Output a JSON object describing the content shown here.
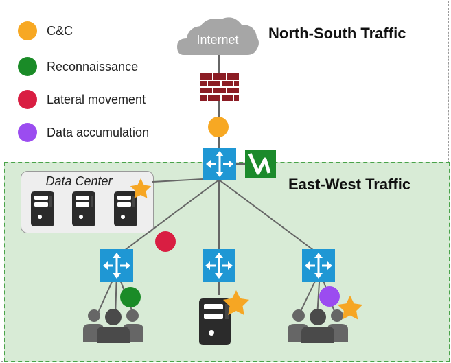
{
  "legend": [
    {
      "label": "C&C",
      "color": "#f7a823"
    },
    {
      "label": "Reconnaissance",
      "color": "#1a8b27"
    },
    {
      "label": "Lateral movement",
      "color": "#d91e42"
    },
    {
      "label": "Data accumulation",
      "color": "#9b4cf0"
    }
  ],
  "titles": {
    "north_south": "North-South Traffic",
    "east_west": "East-West Traffic"
  },
  "cloud_label": "Internet",
  "datacenter_label": "Data Center",
  "colors": {
    "switch": "#1f97d4",
    "firewall": "#8b1c24",
    "server": "#2b2b2b",
    "users": "#555555",
    "star": "#f6a623",
    "ew_zone_bg": "#d8ebd6",
    "ew_zone_border": "#4aa34a",
    "sensor": "#1b8a2b"
  },
  "icons": [
    "cloud-icon",
    "firewall-icon",
    "switch-icon",
    "server-icon",
    "users-icon",
    "star-icon",
    "sensor-logo-icon"
  ]
}
